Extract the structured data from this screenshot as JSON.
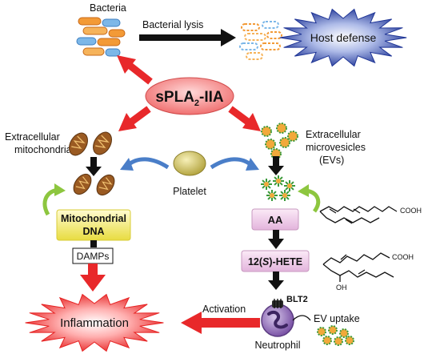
{
  "title_center": {
    "main": "sPLA",
    "sub": "2",
    "suffix": "-IIA"
  },
  "labels": {
    "bacteria": "Bacteria",
    "bacterial_lysis": "Bacterial lysis",
    "host_defense": "Host defense",
    "extracellular_mito_line1": "Extracellular",
    "extracellular_mito_line2": "mitochondria",
    "extracellular_vesicles_line1": "Extracellular",
    "extracellular_vesicles_line2": "microvesicles",
    "extracellular_vesicles_line3": "(EVs)",
    "platelet": "Platelet",
    "mito_dna_line1": "Mitochondrial",
    "mito_dna_line2": "DNA",
    "damps": "DAMPs",
    "inflammation": "Inflammation",
    "aa": "AA",
    "hete_prefix": "12(",
    "hete_s": "S",
    "hete_suffix": ")-HETE",
    "blt2": "BLT2",
    "ev_uptake": "EV uptake",
    "activation": "Activation",
    "neutrophil": "Neutrophil",
    "cooh1": "COOH",
    "cooh2": "COOH",
    "oh": "OH"
  },
  "colors": {
    "red_arrow": "#e8282a",
    "black_arrow": "#111111",
    "blue_arrow": "#4a7ec8",
    "green_arrow": "#8dc63f",
    "spla_fill": "#f48a8a",
    "host_defense_fill": "#2a3fa0",
    "inflammation_fill": "#f04848",
    "mito_dna_fill": "#f2e96a",
    "aa_fill": "#efc8e8",
    "neutrophil_fill": "#8b68b0"
  }
}
